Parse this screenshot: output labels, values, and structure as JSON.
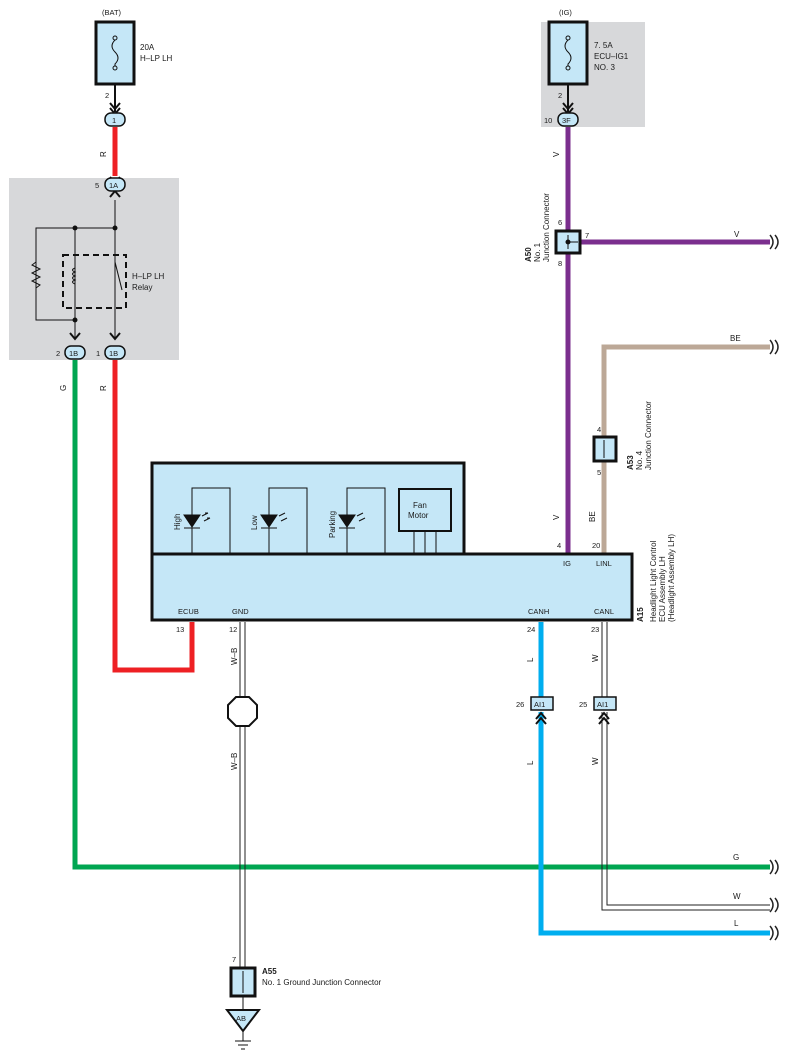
{
  "colors": {
    "red": "#ee2024",
    "green": "#00a651",
    "violet": "#7b2f8e",
    "beige": "#bca897",
    "blue": "#00aeef",
    "panel_gray": "#d7d8da",
    "component_fill": "#c5e7f7"
  },
  "power": {
    "bat_label": "(BAT)",
    "bat_fuse": {
      "rating": "20A",
      "name": "H–LP LH",
      "pin": "2"
    },
    "ig_label": "(IG)",
    "ig_fuse": {
      "rating": "7. 5A",
      "name": "ECU–IG1",
      "number": "NO. 3",
      "pin": "2"
    }
  },
  "connectors": {
    "c1": {
      "label": "1"
    },
    "c3f": {
      "label": "3F",
      "pin": "10"
    },
    "c1a": {
      "label": "1A",
      "pin": "5"
    },
    "c1b_left": {
      "label": "1B",
      "pin": "2"
    },
    "c1b_right": {
      "label": "1B",
      "pin": "1"
    },
    "ai1_left": {
      "label": "AI1",
      "pin": "26"
    },
    "ai1_right": {
      "label": "AI1",
      "pin": "25"
    }
  },
  "relay": {
    "name": "H–LP LH",
    "type": "Relay"
  },
  "junctions": {
    "a50": {
      "code": "A50",
      "line1": "No. 1",
      "line2": "Junction Connector",
      "pin_top": "6",
      "pin_right": "7",
      "pin_bottom": "8"
    },
    "a53": {
      "code": "A53",
      "line1": "No. 4",
      "line2": "Junction Connector",
      "pin_top": "4",
      "pin_bottom": "5"
    },
    "a55": {
      "code": "A55",
      "name": "No. 1 Ground Junction Connector",
      "pin": "7"
    },
    "ground": {
      "label": "AB"
    }
  },
  "ecu": {
    "code": "A15",
    "name_line1": "Headlight Light Control",
    "name_line2": "ECU Assembly LH",
    "name_line3": "(Headlight Assembly LH)",
    "leds": [
      "High",
      "Low",
      "Parking"
    ],
    "fan_line1": "Fan",
    "fan_line2": "Motor",
    "terminals": [
      {
        "name": "IG",
        "pin": "4"
      },
      {
        "name": "LINL",
        "pin": "20"
      },
      {
        "name": "ECUB",
        "pin": "13"
      },
      {
        "name": "GND",
        "pin": "12"
      },
      {
        "name": "CANH",
        "pin": "24"
      },
      {
        "name": "CANL",
        "pin": "23"
      }
    ]
  },
  "wires": {
    "r_top": "R",
    "r_mid": "R",
    "g_left": "G",
    "v_top": "V",
    "v_right": "V",
    "v_low": "V",
    "be_right": "BE",
    "be_low": "BE",
    "wb_upper": "W–B",
    "wb_lower": "W–B",
    "l_upper": "L",
    "l_lower": "L",
    "w_upper": "W",
    "w_lower": "W",
    "g_right": "G",
    "w_right": "W",
    "l_right": "L"
  }
}
